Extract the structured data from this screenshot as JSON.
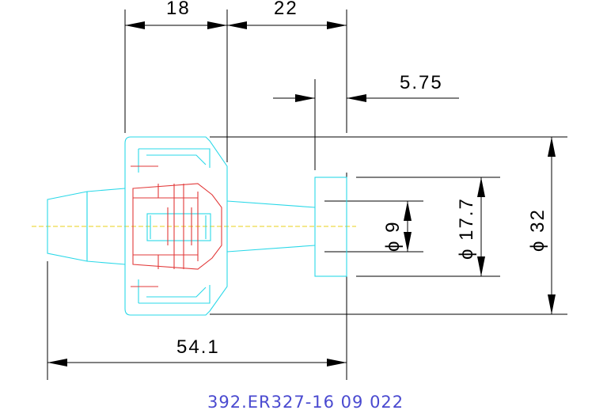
{
  "dimensions": {
    "d18": "18",
    "d22": "22",
    "d575": "5.75",
    "d541": "54.1",
    "dia9": "ϕ 9",
    "dia177": "ϕ 17.7",
    "dia32": "ϕ 32"
  },
  "part_number": "392.ER327-16 09 022",
  "colors": {
    "outline": "#2ad8e8",
    "inner_hidden": "#e23a3a",
    "centerline": "#e8d21a",
    "dimension": "#000000",
    "title": "#4a4ad0"
  }
}
